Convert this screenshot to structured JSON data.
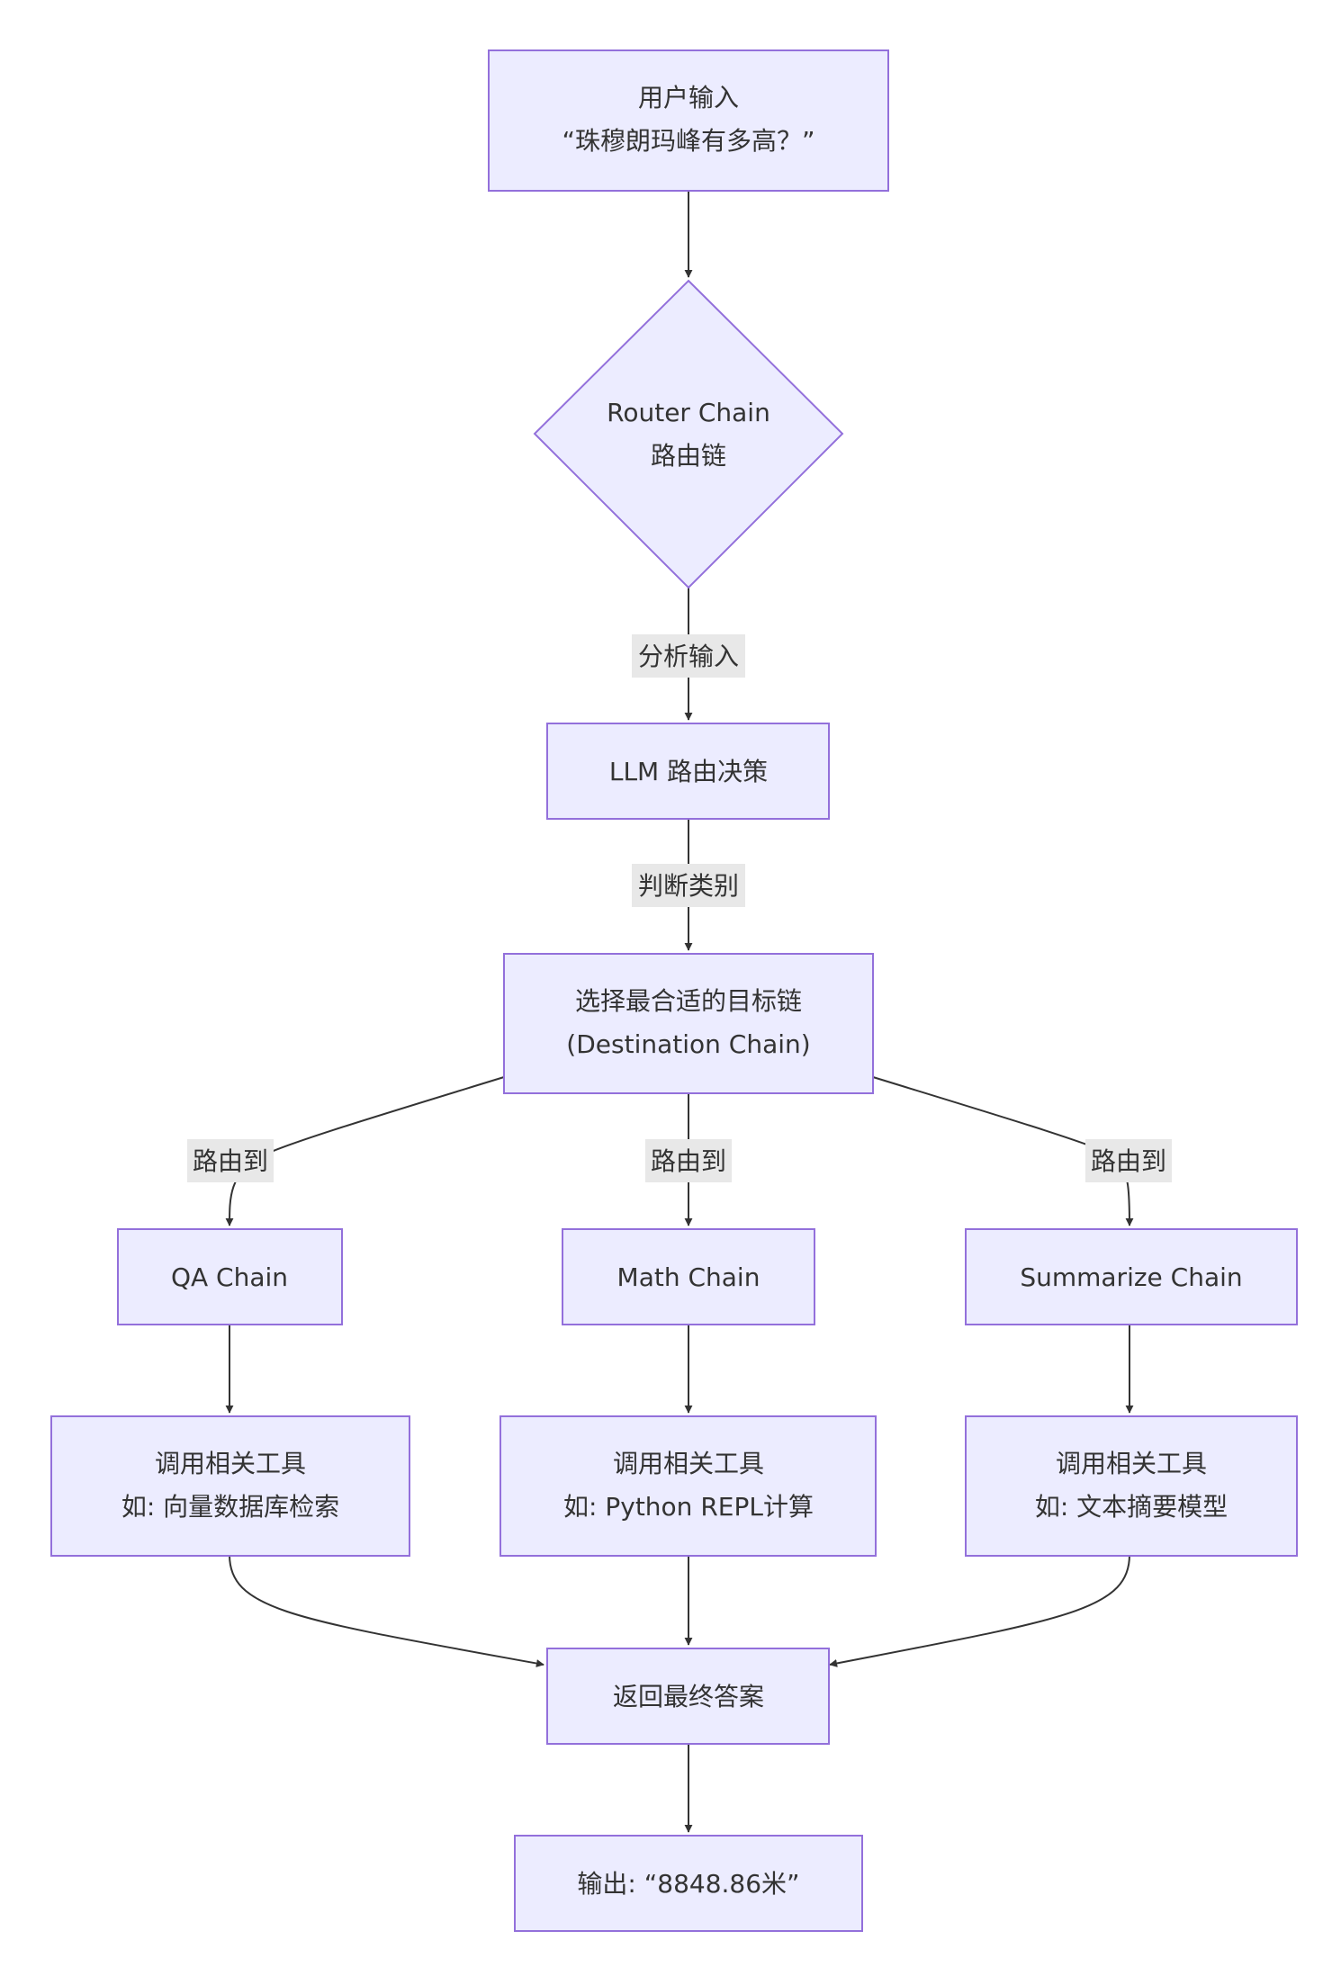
{
  "nodes": {
    "input": {
      "lines": [
        "用户输入",
        "“珠穆朗玛峰有多高？”"
      ]
    },
    "router": {
      "lines": [
        "Router Chain",
        "路由链"
      ]
    },
    "llm": {
      "lines": [
        "LLM 路由决策"
      ]
    },
    "select": {
      "lines": [
        "选择最合适的目标链",
        "(Destination Chain)"
      ]
    },
    "qa": {
      "lines": [
        "QA Chain"
      ]
    },
    "math": {
      "lines": [
        "Math Chain"
      ]
    },
    "summarize": {
      "lines": [
        "Summarize Chain"
      ]
    },
    "tool_qa": {
      "lines": [
        "调用相关工具",
        "如: 向量数据库检索"
      ]
    },
    "tool_math": {
      "lines": [
        "调用相关工具",
        "如: Python REPL计算"
      ]
    },
    "tool_sum": {
      "lines": [
        "调用相关工具",
        "如: 文本摘要模型"
      ]
    },
    "answer": {
      "lines": [
        "返回最终答案"
      ]
    },
    "output": {
      "lines": [
        "输出: “8848.86米”"
      ]
    }
  },
  "edges": {
    "analyze": {
      "label": "分析输入"
    },
    "judge": {
      "label": "判断类别"
    },
    "route_qa": {
      "label": "路由到"
    },
    "route_math": {
      "label": "路由到"
    },
    "route_sum": {
      "label": "路由到"
    }
  },
  "colors": {
    "node_fill": "#ECECFF",
    "node_stroke": "#9370DB",
    "edge": "#333333",
    "label_bg": "#E8E8E8",
    "text": "#333333"
  }
}
